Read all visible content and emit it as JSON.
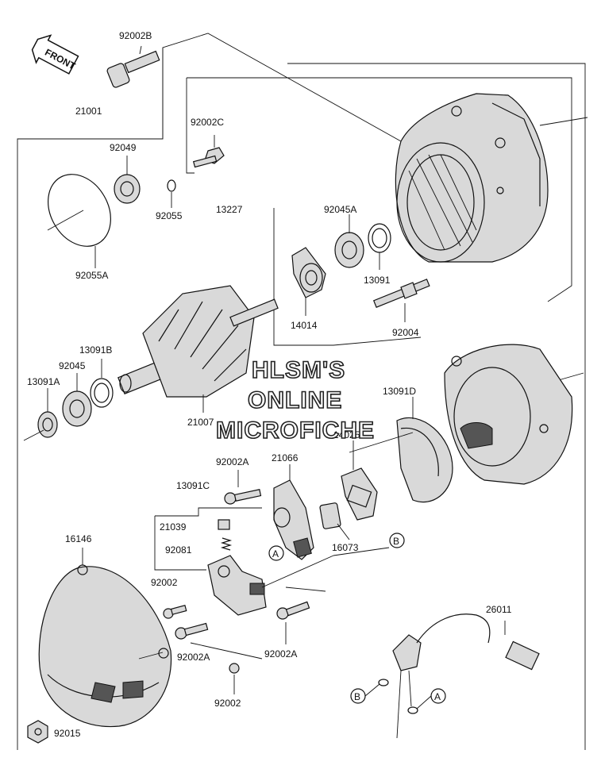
{
  "front_indicator": "FRONT",
  "watermark": [
    "HLSM'S",
    "ONLINE",
    "MICROFICHE"
  ],
  "callouts": {
    "a": "A",
    "b": "B"
  },
  "parts": {
    "p92002B": "92002B",
    "p21001": "21001",
    "p92002C": "92002C",
    "p92049": "92049",
    "p92055": "92055",
    "p92055A": "92055A",
    "p13227": "13227",
    "p92045A": "92045A",
    "p13091": "13091",
    "p14014": "14014",
    "p92004": "92004",
    "p13091B": "13091B",
    "p92045": "92045",
    "p13091A": "13091A",
    "p21007": "21007",
    "p13091D": "13091D",
    "p14025": "14025",
    "p92002A_top": "92002A",
    "p21066": "21066",
    "p13091C": "13091C",
    "p21039": "21039",
    "p92081": "92081",
    "p16073": "16073",
    "p16146": "16146",
    "p92002_left": "92002",
    "p92002A_left": "92002A",
    "p92002A_right": "92002A",
    "p92002_bottom": "92002",
    "p92015": "92015",
    "p26011": "26011"
  }
}
